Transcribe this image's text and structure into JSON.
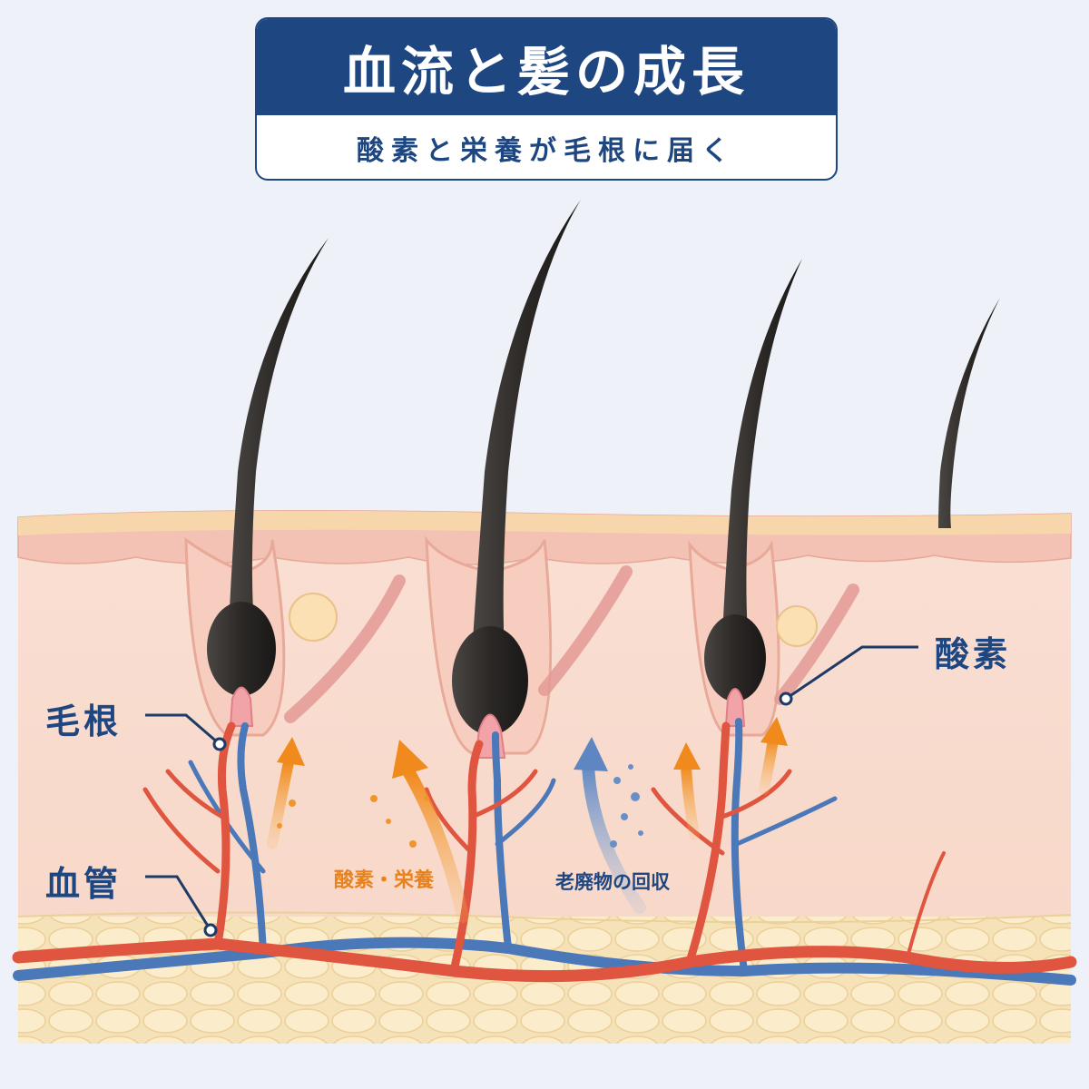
{
  "title": "血流と髪の成長",
  "subtitle": "酸素と栄養が毛根に届く",
  "labels": {
    "hair_root": "毛根",
    "blood_vessel": "血管",
    "oxygen": "酸素",
    "oxygen_nutrients": "酸素・栄養",
    "waste_removal": "老廃物の回収"
  },
  "colors": {
    "brand_navy": "#1e4680",
    "artery_red": "#e0553f",
    "vein_blue": "#4a78b8",
    "nutrient_orange": "#f0952a",
    "skin": "#f8dcd0",
    "fat_layer": "#f6e2b8",
    "hair": "#2b2826"
  },
  "icons": [
    "hair-strand",
    "hair-follicle",
    "sebaceous-gland",
    "artery",
    "vein",
    "up-arrow-orange",
    "up-arrow-blue",
    "particle-dot"
  ]
}
